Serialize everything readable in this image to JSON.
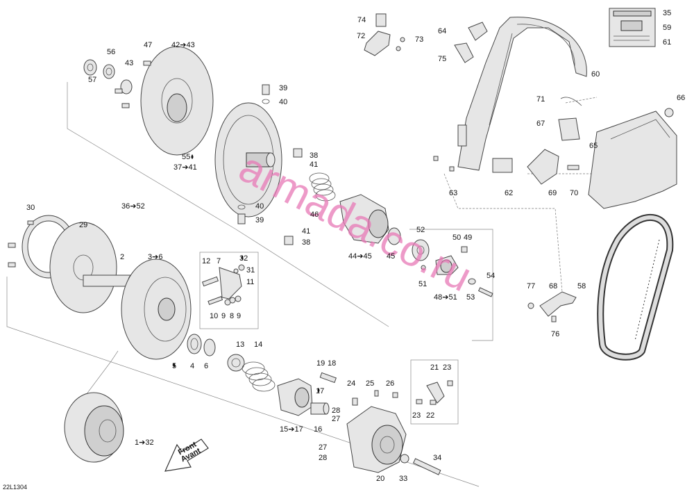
{
  "diagram": {
    "code": "22L1304",
    "watermark": "armada.co.ru",
    "direction_label_1": "Front",
    "direction_label_2": "Avant",
    "colors": {
      "ink": "#111111",
      "watermark": "#e879b6",
      "part_fill": "#e6e6e6"
    }
  },
  "callouts": [
    "74",
    "72",
    "73",
    "64",
    "35",
    "59",
    "61",
    "75",
    "60",
    "56",
    "47",
    "42➔43",
    "57",
    "43",
    "39",
    "40",
    "71",
    "67",
    "66",
    "65",
    "55",
    "38",
    "41",
    "37➔41",
    "36➔52",
    "40",
    "46",
    "39",
    "41",
    "38",
    "63",
    "62",
    "69",
    "70",
    "30",
    "29",
    "52",
    "50",
    "49",
    "2",
    "3➔6",
    "12",
    "7",
    "32",
    "31",
    "11",
    "44➔45",
    "45",
    "51",
    "54",
    "48➔51",
    "53",
    "10",
    "9",
    "8",
    "9",
    "77",
    "68",
    "58",
    "76",
    "13",
    "14",
    "19",
    "18",
    "5",
    "4",
    "6",
    "17",
    "21",
    "23",
    "24",
    "25",
    "26",
    "28",
    "27",
    "15➔17",
    "16",
    "23",
    "22",
    "27",
    "28",
    "1➔32",
    "20",
    "33",
    "34"
  ]
}
